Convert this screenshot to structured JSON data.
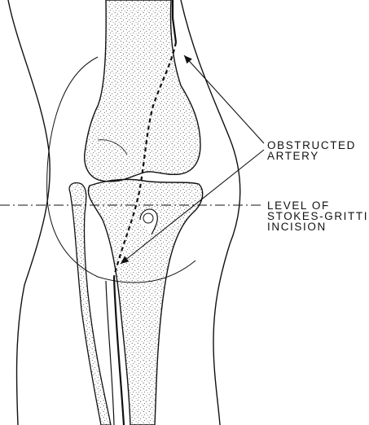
{
  "labels": {
    "obstructed_artery": [
      "OBSTRUCTED",
      "ARTERY"
    ],
    "level_of_incision": [
      "LEVEL OF",
      "STOKES-GRITTI",
      "INCISION"
    ]
  },
  "colors": {
    "ink": "#111111",
    "bone_stipple": "#2a2a2a",
    "background": "#ffffff"
  }
}
